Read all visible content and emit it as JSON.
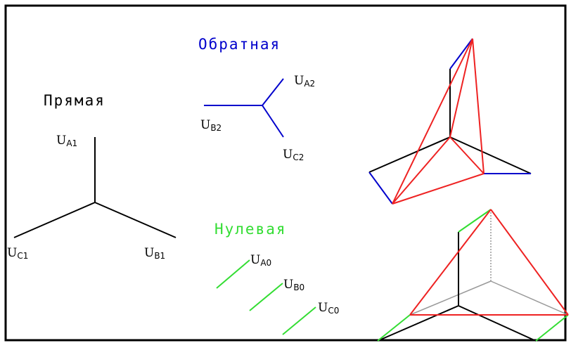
{
  "titles": {
    "positive": "Прямая",
    "negative": "Обратная",
    "zero": "Нулевая"
  },
  "labels": {
    "positive": [
      {
        "main": "U",
        "sub": "A1"
      },
      {
        "main": "U",
        "sub": "C1"
      },
      {
        "main": "U",
        "sub": "B1"
      }
    ],
    "negative": [
      {
        "main": "U",
        "sub": "A2"
      },
      {
        "main": "U",
        "sub": "B2"
      },
      {
        "main": "U",
        "sub": "C2"
      }
    ],
    "zero": [
      {
        "main": "U",
        "sub": "A0"
      },
      {
        "main": "U",
        "sub": "B0"
      },
      {
        "main": "U",
        "sub": "C0"
      }
    ]
  },
  "colors": {
    "black": "#000000",
    "negative": "#0000cc",
    "zero": "#33dd33",
    "resultant": "#ee2222",
    "hidden": "#999999"
  }
}
